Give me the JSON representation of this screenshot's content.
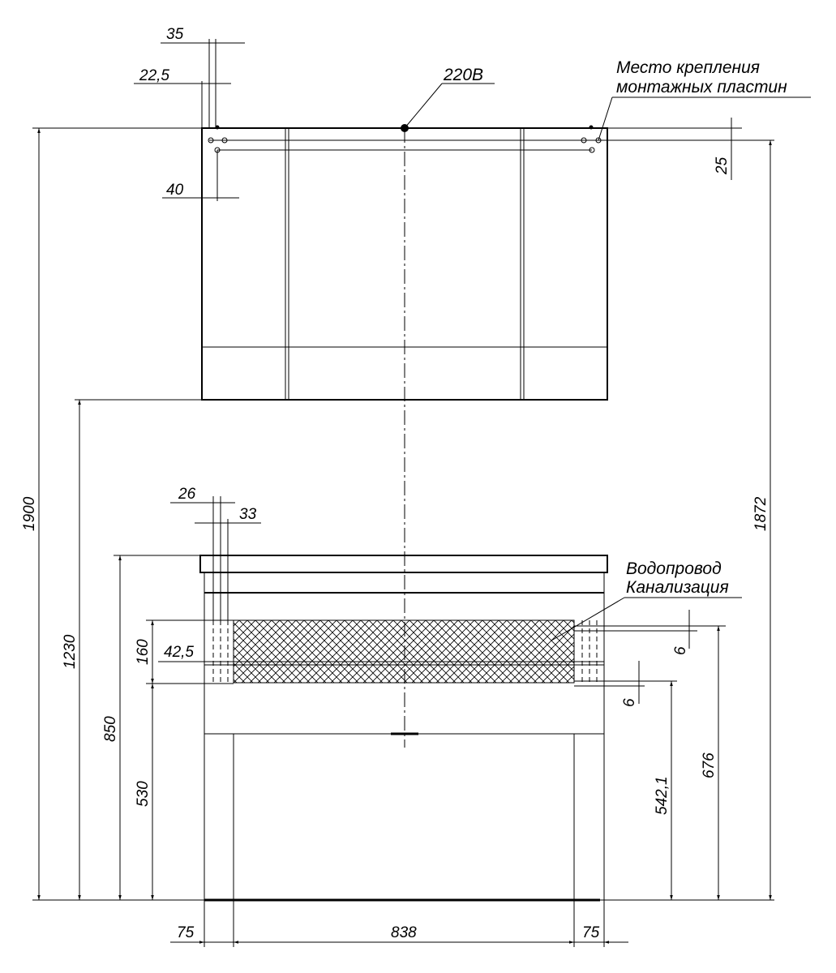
{
  "top_dims": {
    "d35": "35",
    "d22_5": "22,5",
    "d40": "40",
    "d25": "25",
    "power": "220В"
  },
  "mount_note": {
    "line1": "Место крепления",
    "line2": "монтажных пластин"
  },
  "vertical_dims": {
    "d1900": "1900",
    "d1872": "1872",
    "d1230": "1230",
    "d850": "850",
    "d530": "530",
    "d160": "160",
    "d542_1": "542,1",
    "d676": "676",
    "d6a": "6",
    "d6b": "6"
  },
  "lower_dims": {
    "d26": "26",
    "d33": "33",
    "d42_5": "42,5"
  },
  "pipes_note": {
    "line1": "Водопровод",
    "line2": "Канализация"
  },
  "bottom_dims": {
    "left": "75",
    "middle": "838",
    "right": "75"
  }
}
